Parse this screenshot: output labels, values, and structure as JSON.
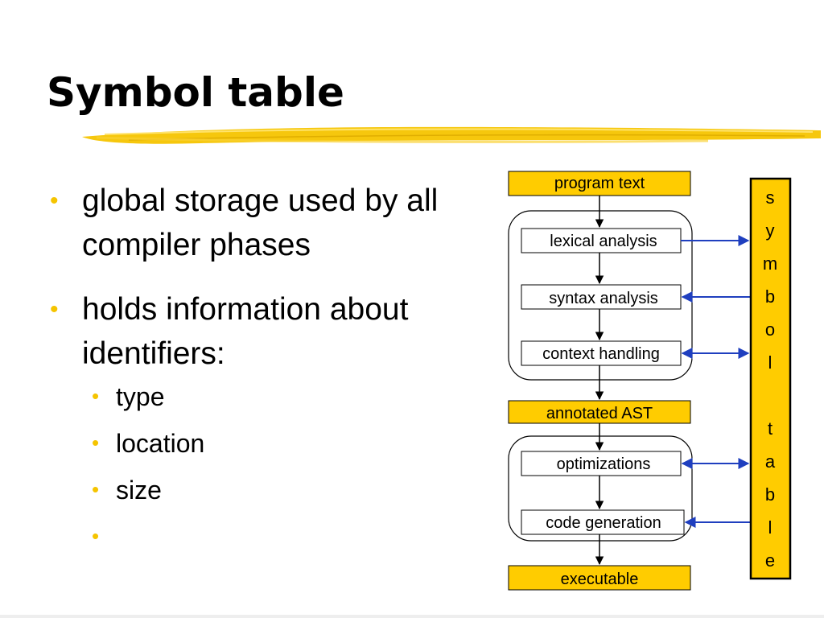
{
  "title": "Symbol table",
  "bullets": [
    {
      "text": "global storage used by all compiler phases"
    },
    {
      "text": "holds information about identifiers:"
    }
  ],
  "sub_bullets": [
    "type",
    "location",
    "size",
    ""
  ],
  "diagram": {
    "top_box": "program text",
    "group1": [
      "lexical analysis",
      "syntax analysis",
      "context handling"
    ],
    "middle_box": "annotated AST",
    "group2": [
      "optimizations",
      "code generation"
    ],
    "bottom_box": "executable",
    "side_letters": [
      "s",
      "y",
      "m",
      "b",
      "o",
      "l",
      "",
      "t",
      "a",
      "b",
      "l",
      "e"
    ]
  },
  "colors": {
    "accent": "#FFCC00",
    "bullet": "#F5C400",
    "arrow_blue": "#1F3FBF",
    "brush": "#F5C400"
  }
}
